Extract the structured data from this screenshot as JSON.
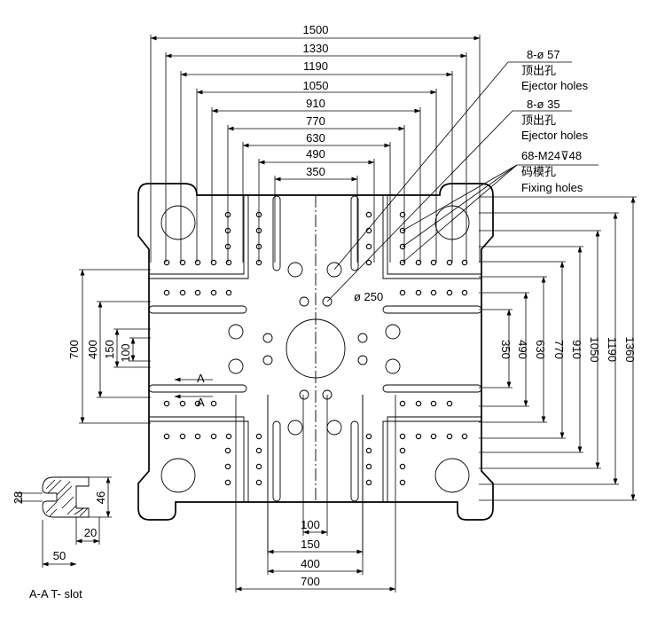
{
  "diagram": {
    "top_dims": [
      "1500",
      "1330",
      "1190",
      "1050",
      "910",
      "770",
      "630",
      "490",
      "350"
    ],
    "right_dims": [
      "350",
      "490",
      "630",
      "770",
      "910",
      "1050",
      "1190",
      "1360"
    ],
    "left_dims": [
      "700",
      "400",
      "150",
      "100"
    ],
    "bottom_dims": [
      "100",
      "150",
      "400",
      "700"
    ],
    "center_hole_label": "ø 250",
    "callouts": [
      {
        "spec": "8-ø 57",
        "name_cn": "顶出孔",
        "name_en": "Ejector holes"
      },
      {
        "spec": "8-ø 35",
        "name_cn": "顶出孔",
        "name_en": "Ejector holes"
      },
      {
        "spec": "68-M24⊽48",
        "name_cn": "码模孔",
        "name_en": "Fixing holes"
      }
    ],
    "section_marker": "A",
    "tslot": {
      "dims": [
        "28",
        "46",
        "20",
        "50"
      ],
      "title": "A-A T- slot"
    }
  }
}
